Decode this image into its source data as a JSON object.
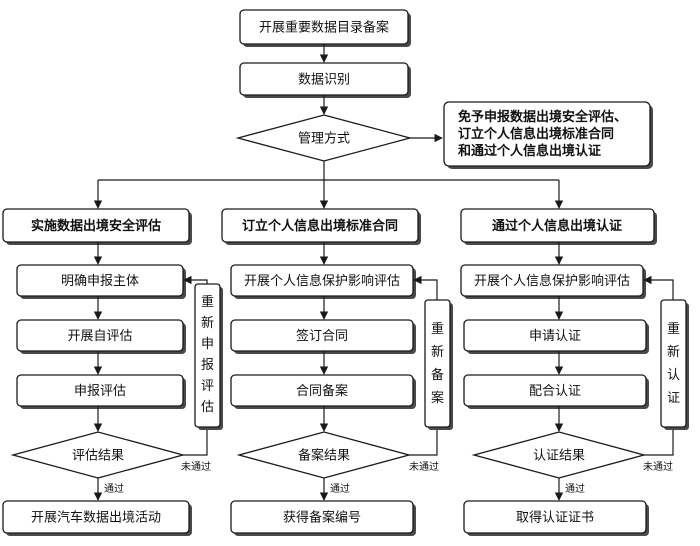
{
  "top": {
    "register_catalog": "开展重要数据目录备案",
    "identify": "数据识别",
    "manage_mode": "管理方式",
    "exempt_lines": [
      "免予申报数据出境安全评估、",
      "订立个人信息出境标准合同",
      "和通过个人信息出境认证"
    ]
  },
  "assessment": {
    "title": "实施数据出境安全评估",
    "steps": [
      "明确申报主体",
      "开展自评估",
      "申报评估"
    ],
    "decision": "评估结果",
    "fail": "未通过",
    "pass": "通过",
    "retry": [
      "重",
      "新",
      "申",
      "报",
      "评",
      "估"
    ],
    "end": "开展汽车数据出境活动"
  },
  "contract": {
    "title": "订立个人信息出境标准合同",
    "steps": [
      "开展个人信息保护影响评估",
      "签订合同",
      "合同备案"
    ],
    "decision": "备案结果",
    "fail": "未通过",
    "pass": "通过",
    "retry": [
      "重",
      "新",
      "备",
      "案"
    ],
    "end": "获得备案编号"
  },
  "certification": {
    "title": "通过个人信息出境认证",
    "steps": [
      "开展个人信息保护影响评估",
      "申请认证",
      "配合认证"
    ],
    "decision": "认证结果",
    "fail": "未通过",
    "pass": "通过",
    "retry": [
      "重",
      "新",
      "认",
      "证"
    ],
    "end": "取得认证证书"
  }
}
